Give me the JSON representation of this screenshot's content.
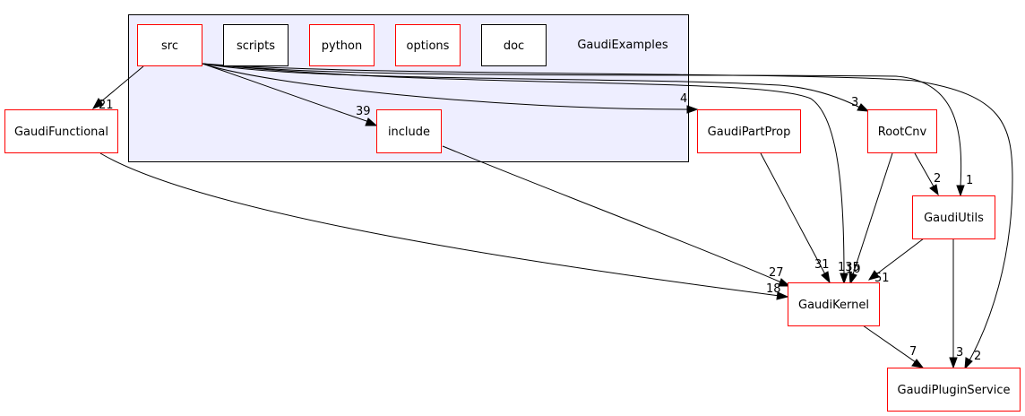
{
  "graph": {
    "cluster_label": "GaudiExamples",
    "colors": {
      "cluster_fill": "#eeeeff",
      "cluster_border": "#000000",
      "node_border_red": "#ff0000",
      "node_border_black": "#000000",
      "edge": "#000000"
    },
    "nodes": {
      "src": "src",
      "scripts": "scripts",
      "python": "python",
      "options": "options",
      "doc": "doc",
      "include": "include",
      "gaudi_functional": "GaudiFunctional",
      "gaudi_part_prop": "GaudiPartProp",
      "root_cnv": "RootCnv",
      "gaudi_utils": "GaudiUtils",
      "gaudi_kernel": "GaudiKernel",
      "gaudi_plugin_service": "GaudiPluginService"
    },
    "edge_labels": {
      "src_to_functional": "21",
      "src_to_include": "39",
      "src_to_partprop": "4",
      "src_to_rootcnv": "3",
      "src_to_kernel": "135",
      "src_to_utils": "1",
      "src_to_plugin": "2",
      "functional_to_kernel": "18",
      "include_to_kernel": "27",
      "partprop_to_kernel": "31",
      "rootcnv_to_kernel": "10",
      "rootcnv_to_utils": "2",
      "utils_to_kernel": "51",
      "utils_to_plugin": "3",
      "kernel_to_plugin": "7"
    }
  }
}
